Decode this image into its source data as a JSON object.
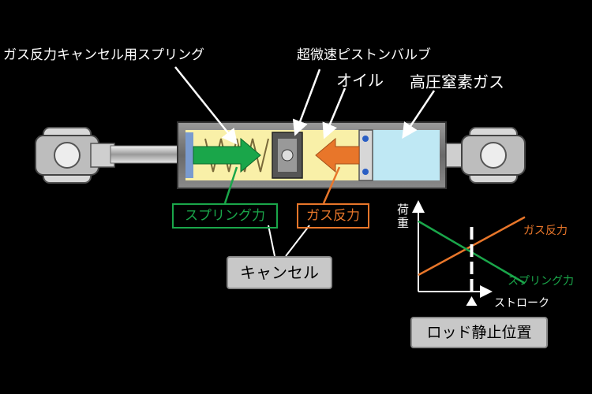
{
  "labels": {
    "spring": "ガス反力キャンセル用スプリング",
    "valve": "超微速ピストンバルブ",
    "oil": "オイル",
    "nitrogen": "高圧窒素ガス"
  },
  "boxes": {
    "spring_force": "スプリング力",
    "gas_force": "ガス反力",
    "cancel": "キャンセル",
    "rod_stop": "ロッド静止位置"
  },
  "colors": {
    "spring": "#1aa64a",
    "gas": "#e8762a",
    "oil": "#f9f0a8",
    "nitrogen": "#bfe8f4",
    "box_gray": "#c8c8c8"
  },
  "chart_data": {
    "type": "line",
    "ylabel": "荷重",
    "xlabel": "ストローク",
    "series": [
      {
        "name": "ガス反力",
        "values": [
          [
            0,
            0.2
          ],
          [
            1,
            0.9
          ]
        ]
      },
      {
        "name": "スプリング力",
        "values": [
          [
            0,
            0.85
          ],
          [
            1,
            0.1
          ]
        ]
      }
    ],
    "marker_x": 0.5
  }
}
